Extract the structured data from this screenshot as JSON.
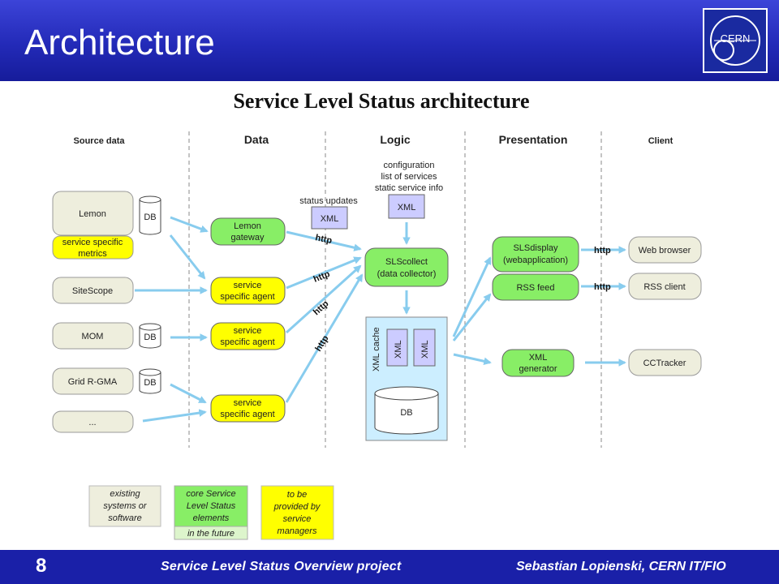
{
  "slide": {
    "title": "Architecture",
    "logo_text": "CERN"
  },
  "diagram": {
    "title": "Service Level Status architecture",
    "columns": [
      "Source data",
      "Data",
      "Logic",
      "Presentation",
      "Client"
    ],
    "sources": [
      "Lemon",
      "SiteScope",
      "MOM",
      "Grid R-GMA",
      "..."
    ],
    "service_specific_metrics": [
      "service specific",
      "metrics"
    ],
    "db_label": "DB",
    "lemon_gateway": [
      "Lemon",
      "gateway"
    ],
    "service_agent": [
      "service",
      "specific agent"
    ],
    "status_updates": "status updates",
    "xml_label": "XML",
    "configuration": [
      "configuration",
      "list of services",
      "static service info"
    ],
    "slscollect": [
      "SLScollect",
      "(data collector)"
    ],
    "xml_cache": "XML cache",
    "slsdisplay": [
      "SLSdisplay",
      "(webapplication)"
    ],
    "rss_feed": "RSS feed",
    "xml_generator": [
      "XML",
      "generator"
    ],
    "http": "http",
    "clients": [
      "Web browser",
      "RSS client",
      "CCTracker"
    ],
    "legend": {
      "existing": [
        "existing",
        "systems or",
        "software"
      ],
      "core": [
        "core Service",
        "Level Status",
        "elements"
      ],
      "future": "in the future",
      "provided": [
        "to be",
        "provided by",
        "service",
        "managers"
      ]
    },
    "colors": {
      "existing": "#eeeedd",
      "core": "#88ee66",
      "provided": "#ffff00",
      "cache": "#cceeff",
      "xml": "#ccccff",
      "arrow": "#88ccee"
    }
  },
  "footer": {
    "page_number": "8",
    "project": "Service Level Status Overview project",
    "author": "Sebastian  Lopienski,  CERN  IT/FIO"
  }
}
